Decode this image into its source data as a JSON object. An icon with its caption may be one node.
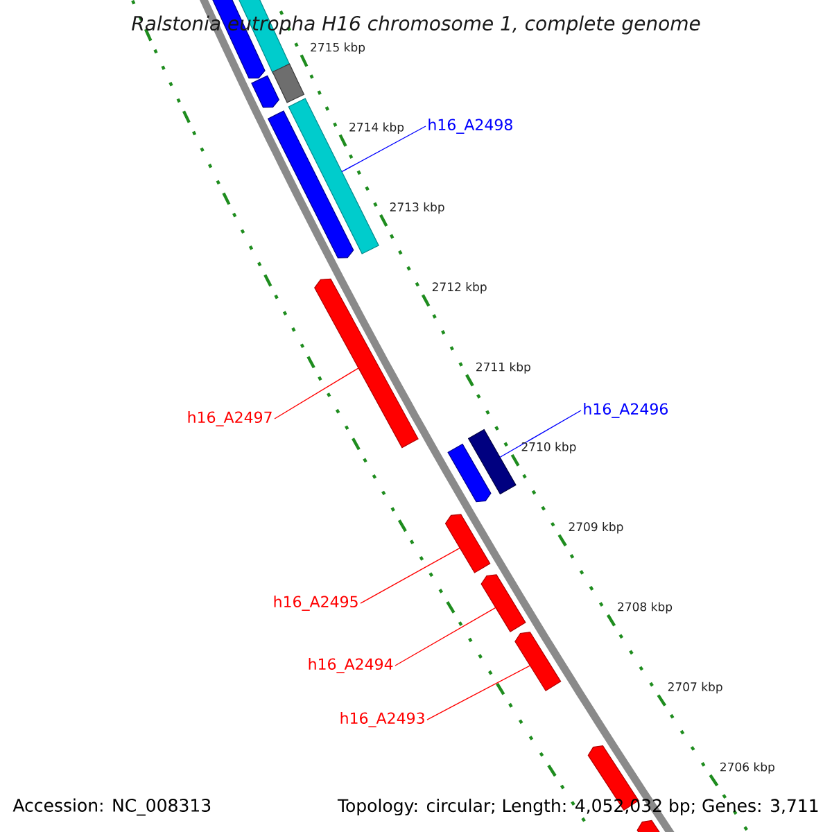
{
  "diagram": {
    "title": "Ralstonia eutropha H16 chromosome 1, complete genome",
    "nodes": [
      {
        "text": [
          "h16_A2498"
        ]
      },
      {
        "text": [],
        "shape": "bar"
      },
      {
        "text": [
          "h16_A2497"
        ]
      },
      {
        "text": [],
        "shape": "arrow"
      },
      {
        "text": [
          "h16_A2496"
        ]
      },
      {
        "text": [],
        "shape": "bar"
      },
      {
        "text": [
          "h16_A2495"
        ]
      },
      {
        "text": [],
        "shape": "arrow"
      },
      {
        "text": [
          "h16_A2494"
        ]
      },
      {
        "text": [],
        "shape": "arrow"
      },
      {
        "text": [
          "h16_A2493"
        ]
      },
      {
        "text": [],
        "shape": "arrow"
      },
      {
        "text": [],
        "shape": "arrow"
      },
      {
        "text": [],
        "shape": "bar"
      },
      {
        "text": [],
        "shape": "arrow"
      },
      {
        "text": [],
        "shape": "bar"
      },
      {
        "text": [],
        "shape": "arrow"
      },
      {
        "text": [],
        "shape": "arrow"
      },
      {
        "text": [],
        "shape": "arrow"
      },
      {
        "text": [],
        "shape": "arrow"
      }
    ],
    "edges": [
      {
        "from": 0,
        "to": 1,
        "arrow": "none",
        "color": "#0000ff"
      },
      {
        "from": 2,
        "to": 3,
        "arrow": "none"
      },
      {
        "from": 4,
        "to": 5,
        "arrow": "none",
        "color": "#0000ff"
      },
      {
        "from": 6,
        "to": 7,
        "arrow": "none"
      },
      {
        "from": 8,
        "to": 9,
        "arrow": "none"
      },
      {
        "from": 10,
        "to": 11,
        "arrow": "none"
      }
    ],
    "labels": [
      "2715 kbp",
      "2714 kbp",
      "2713 kbp",
      "2712 kbp",
      "2711 kbp",
      "2710 kbp",
      "2709 kbp",
      "2708 kbp",
      "2707 kbp",
      "2706 kbp",
      "Accession: NC_008313",
      "Topology: circular; Length: 4,052,032 bp; Genes: 3,711"
    ]
  }
}
